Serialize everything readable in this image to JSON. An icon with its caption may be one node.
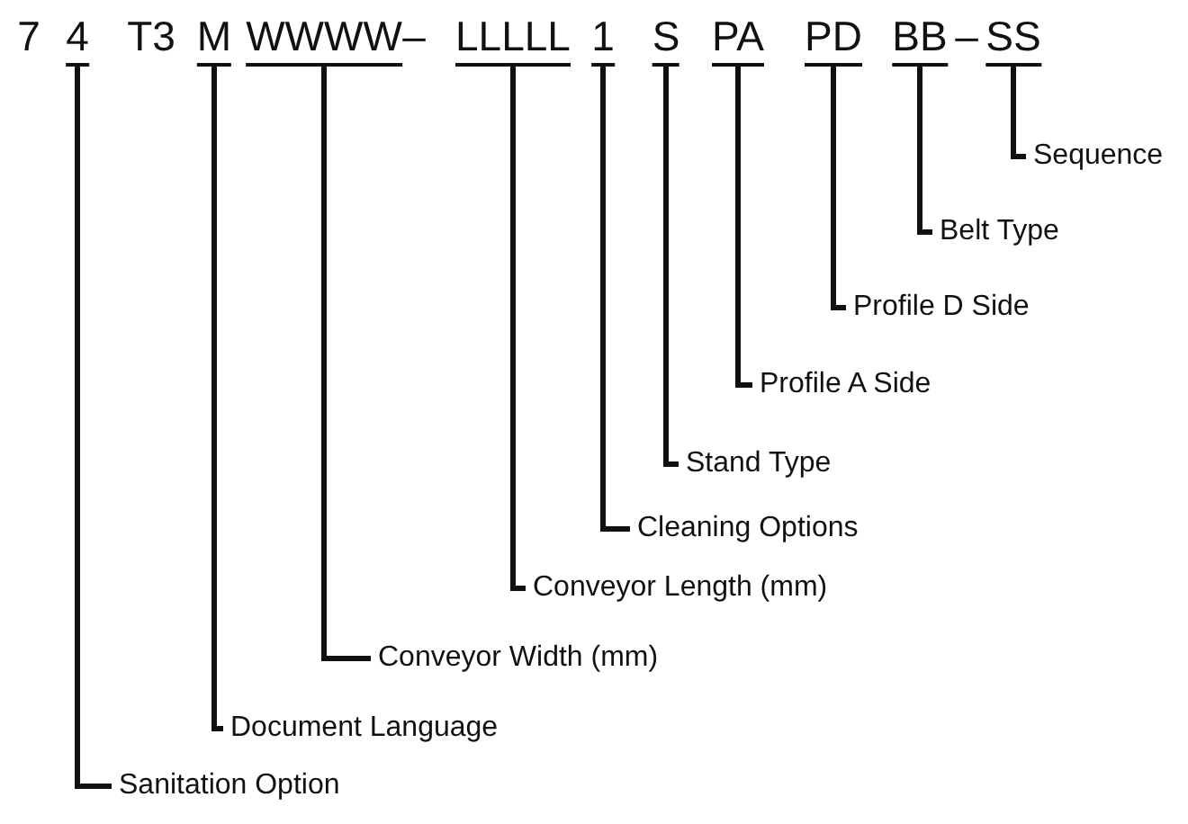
{
  "diagram": {
    "nodes": [
      {
        "text": [
          "4"
        ]
      },
      {
        "text": [
          "M"
        ]
      },
      {
        "text": [
          "WWWW"
        ]
      },
      {
        "text": [
          "LLLLL"
        ]
      },
      {
        "text": [
          "1"
        ]
      },
      {
        "text": [
          "S"
        ]
      },
      {
        "text": [
          "PA"
        ]
      },
      {
        "text": [
          "PD"
        ]
      },
      {
        "text": [
          "BB"
        ]
      },
      {
        "text": [
          "SS"
        ]
      },
      {
        "text": [
          "Sanitation Option"
        ]
      },
      {
        "text": [
          "Document Language"
        ]
      },
      {
        "text": [
          "Conveyor Width (mm)"
        ]
      },
      {
        "text": [
          "Conveyor Length (mm)"
        ]
      },
      {
        "text": [
          "Cleaning Options"
        ]
      },
      {
        "text": [
          "Stand Type"
        ]
      },
      {
        "text": [
          "Profile A Side"
        ]
      },
      {
        "text": [
          "Profile D Side"
        ]
      },
      {
        "text": [
          "Belt Type"
        ]
      },
      {
        "text": [
          "Sequence"
        ]
      }
    ],
    "edges": [
      {
        "from": 0,
        "to": 10,
        "arrow": "none"
      },
      {
        "from": 1,
        "to": 11,
        "arrow": "none"
      },
      {
        "from": 2,
        "to": 12,
        "arrow": "none"
      },
      {
        "from": 3,
        "to": 13,
        "arrow": "none"
      },
      {
        "from": 4,
        "to": 14,
        "arrow": "none"
      },
      {
        "from": 5,
        "to": 15,
        "arrow": "none"
      },
      {
        "from": 6,
        "to": 16,
        "arrow": "none"
      },
      {
        "from": 7,
        "to": 17,
        "arrow": "none"
      },
      {
        "from": 8,
        "to": 18,
        "arrow": "none"
      },
      {
        "from": 9,
        "to": 19,
        "arrow": "none"
      }
    ],
    "labels": [
      "7",
      "T3",
      "–",
      "–"
    ]
  }
}
